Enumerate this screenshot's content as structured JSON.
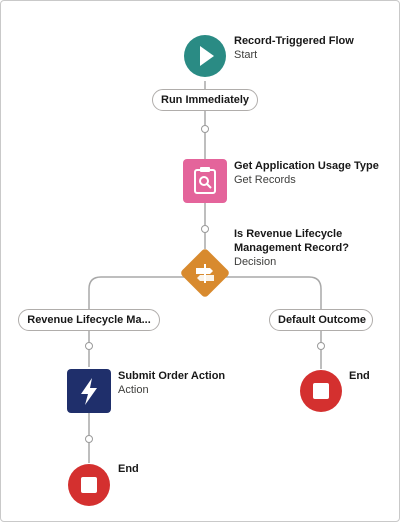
{
  "start": {
    "title": "Record-Triggered Flow",
    "subtitle": "Start",
    "icon": "play-icon",
    "color": "#2a8b84"
  },
  "schedule_pill": "Run Immediately",
  "get_records": {
    "title": "Get Application Usage Type",
    "subtitle": "Get Records",
    "icon": "record-lookup-icon",
    "color": "#e4649b"
  },
  "decision": {
    "title_line1": "Is Revenue Lifecycle",
    "title_line2": "Management Record?",
    "subtitle": "Decision",
    "icon": "decision-icon",
    "color": "#d88a2e"
  },
  "outcome_left": "Revenue Lifecycle Ma...",
  "outcome_right": "Default Outcome",
  "action": {
    "title": "Submit Order Action",
    "subtitle": "Action",
    "icon": "lightning-icon",
    "color": "#1f2f6b"
  },
  "end_left": {
    "title": "End",
    "icon": "stop-icon",
    "color": "#d4302f"
  },
  "end_right": {
    "title": "End",
    "icon": "stop-icon",
    "color": "#d4302f"
  }
}
